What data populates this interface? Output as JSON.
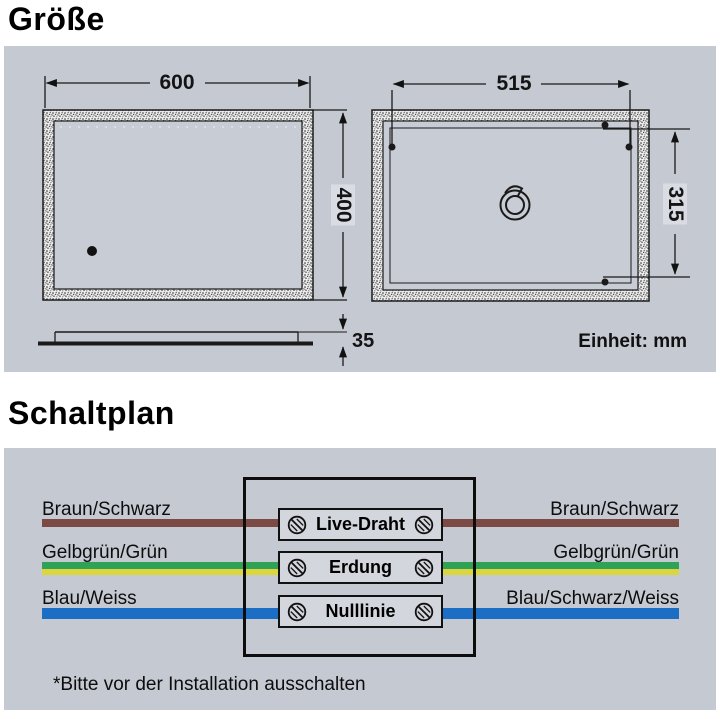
{
  "size_section": {
    "title": "Größe",
    "unit_label": "Einheit: mm",
    "front_view": {
      "width": "600",
      "height": "400",
      "thickness": "35"
    },
    "back_view": {
      "width": "515",
      "height": "315"
    }
  },
  "wiring_section": {
    "title": "Schaltplan",
    "note": "*Bitte vor der Installation ausschalten",
    "terminals": [
      {
        "label": "Live-Draht"
      },
      {
        "label": "Erdung"
      },
      {
        "label": "Nulllinie"
      }
    ],
    "left_wires": [
      {
        "label": "Braun/Schwarz"
      },
      {
        "label": "Gelbgrün/Grün"
      },
      {
        "label": "Blau/Weiss"
      }
    ],
    "right_wires": [
      {
        "label": "Braun/Schwarz"
      },
      {
        "label": "Gelbgrün/Grün"
      },
      {
        "label": "Blau/Schwarz/Weiss"
      }
    ],
    "wire_colors": {
      "brown": "#7b4a45",
      "green": "#2fa258",
      "yellow": "#dcd63e",
      "blue": "#1c6ec5"
    }
  }
}
